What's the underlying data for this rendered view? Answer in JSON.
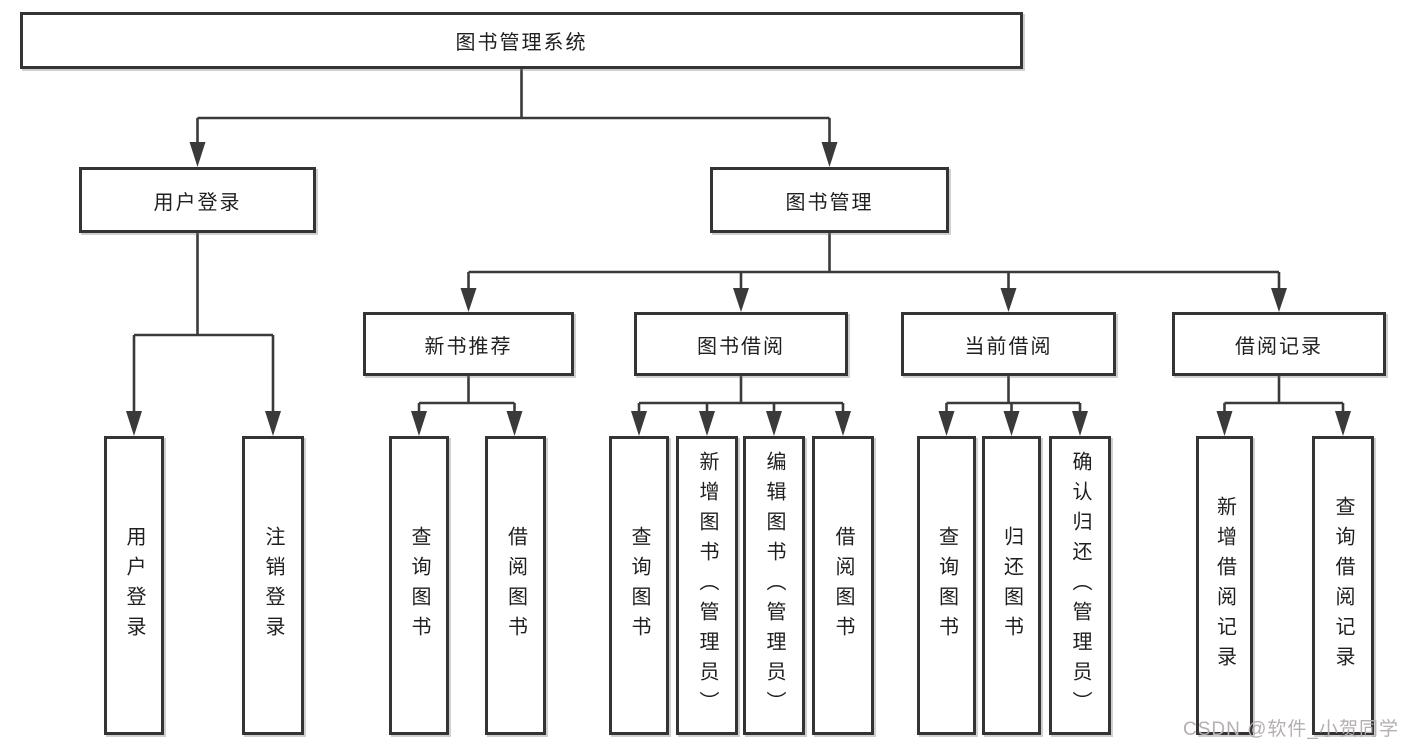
{
  "tree": {
    "label": "图书管理系统",
    "children": [
      {
        "label": "用户登录",
        "children": [
          {
            "label": "用户登录"
          },
          {
            "label": "注销登录"
          }
        ]
      },
      {
        "label": "图书管理",
        "children": [
          {
            "label": "新书推荐",
            "children": [
              {
                "label": "查询图书"
              },
              {
                "label": "借阅图书"
              }
            ]
          },
          {
            "label": "图书借阅",
            "children": [
              {
                "label": "查询图书"
              },
              {
                "label": "新增图书（管理员）"
              },
              {
                "label": "编辑图书（管理员）"
              },
              {
                "label": "借阅图书"
              }
            ]
          },
          {
            "label": "当前借阅",
            "children": [
              {
                "label": "查询图书"
              },
              {
                "label": "归还图书"
              },
              {
                "label": "确认归还（管理员）"
              }
            ]
          },
          {
            "label": "借阅记录",
            "children": [
              {
                "label": "新增借阅记录"
              },
              {
                "label": "查询借阅记录"
              }
            ]
          }
        ]
      }
    ]
  },
  "watermark": {
    "text": "CSDN @软件_小贺同学"
  },
  "colors": {
    "line": "#3a3a3a",
    "box_border": "#343434",
    "text": "#1f1f1f",
    "watermark": "#b5afaf",
    "background": "#ffffff"
  }
}
